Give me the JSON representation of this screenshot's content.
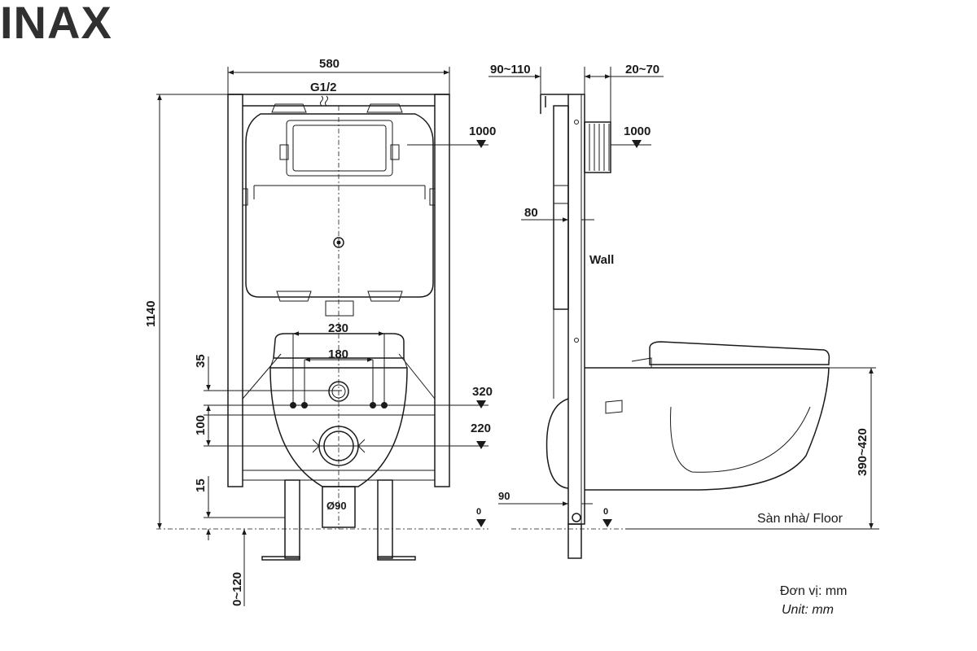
{
  "brand": "INAX",
  "front_view": {
    "width": "580",
    "inlet": "G1/2",
    "height": "1140",
    "level_1000": "1000",
    "level_320": "320",
    "level_220": "220",
    "level_0": "0",
    "span_230": "230",
    "span_180": "180",
    "dim_35": "35",
    "dim_100": "100",
    "dim_15": "15",
    "adjust": "0~120",
    "pipe": "Ø90"
  },
  "side_view": {
    "depth": "90~110",
    "offset": "20~70",
    "level_1000": "1000",
    "dim_80": "80",
    "wall": "Wall",
    "dim_90": "90",
    "level_0": "0",
    "seat_height": "390~420",
    "floor": "Sàn nhà/ Floor"
  },
  "units": {
    "vi": "Đơn vị: mm",
    "en": "Unit: mm"
  }
}
